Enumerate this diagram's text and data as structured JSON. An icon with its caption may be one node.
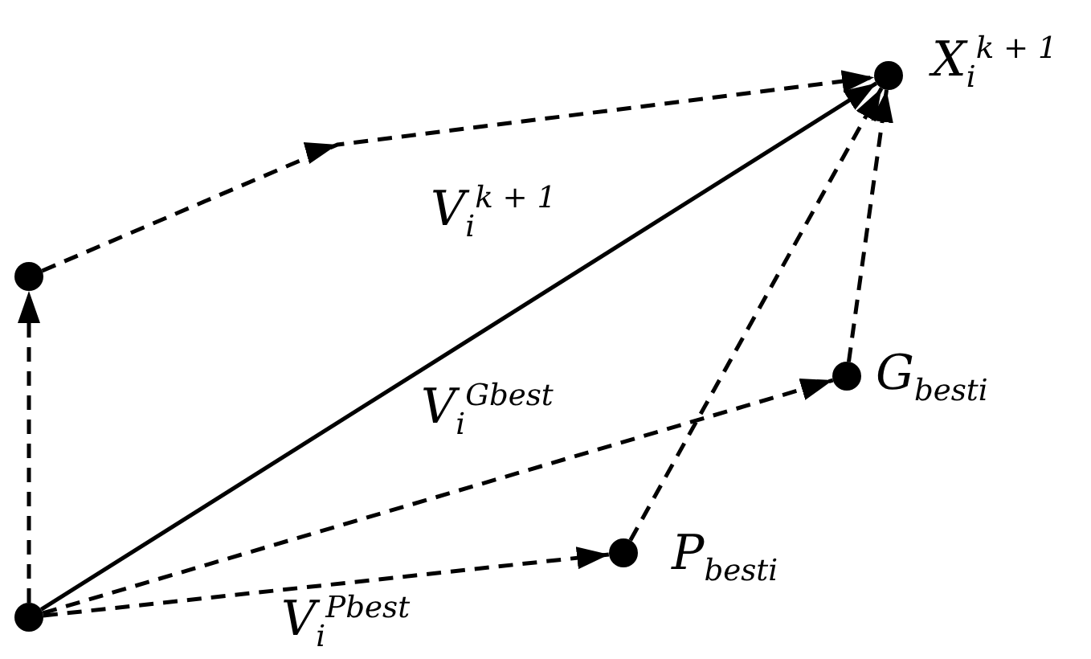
{
  "diagram": {
    "nodes": [
      {
        "text": [],
        "shape": "circle"
      },
      {
        "text": [],
        "shape": "circle"
      },
      {
        "text": [],
        "shape": "circle",
        "beside": [
          "X$_{i}$$^{k + 1}$"
        ]
      },
      {
        "text": [],
        "shape": "circle",
        "beside": [
          "G$_{besti}$"
        ]
      },
      {
        "text": [],
        "shape": "circle",
        "beside": [
          "P$_{besti}$"
        ]
      }
    ],
    "edges": [
      {
        "from": 1,
        "to": 0,
        "arrow": "to",
        "style": "dashed"
      },
      {
        "from": 0,
        "to": 2,
        "arrow": "to",
        "style": "dashed"
      },
      {
        "from": 1,
        "to": 2,
        "arrow": "to",
        "label": "V$_{i}$$^{k + 1}$"
      },
      {
        "from": 1,
        "to": 3,
        "arrow": "to",
        "style": "dashed",
        "label": "V$_{i}$$^{Gbest}$"
      },
      {
        "from": 1,
        "to": 4,
        "arrow": "to",
        "style": "dashed",
        "label": "V$_{i}$$^{Pbest}$"
      },
      {
        "from": 4,
        "to": 2,
        "arrow": "to",
        "style": "dashed"
      },
      {
        "from": 3,
        "to": 2,
        "arrow": "to",
        "style": "dashed"
      }
    ]
  }
}
